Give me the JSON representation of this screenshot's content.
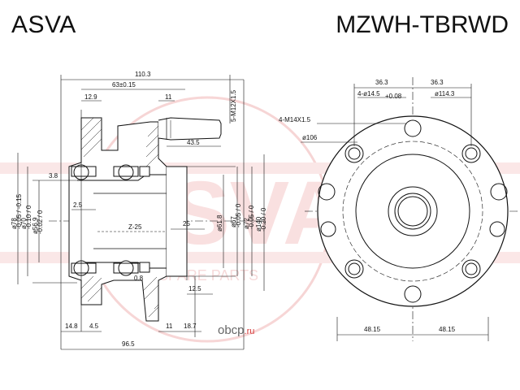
{
  "header": {
    "brand": "ASVA",
    "part_number": "MZWH-TBRWD"
  },
  "watermark": {
    "site_name": "obcp",
    "site_domain": ".ru",
    "logo_letters": "ASVA",
    "logo_sub": "ASIA SPARE PARTS",
    "accent_color": "#e8a0a0"
  },
  "side_view": {
    "dims": {
      "overall_top": "110.3",
      "center_offset": "63±0.15",
      "left_flange": "12.9",
      "bolt_head": "11",
      "stud_thread": "5-M12X1.5",
      "stud_length": "43.5",
      "lip": "3.8",
      "inner_step": "2.5",
      "inner_depth": "25",
      "small_gap": "0.8",
      "flange_offset": "12.5",
      "bottom_left": "14.8",
      "bottom_left2": "4.5",
      "bottom_mid": "11",
      "bottom_right": "18.7",
      "overall_bottom": "96.5",
      "spline": "Z-25",
      "d_bore": "ø61.8",
      "d1_main": "ø78",
      "d1_tol": "-0.05 / -0.15",
      "d2_main": "ø70",
      "d2_tol": "-0.10 / 0",
      "d3_main": "ø56.9",
      "d3_tol": "-0.02 / 0",
      "d4_main": "ø67",
      "d4_tol": "-0.05 / 0",
      "d5_main": "ø72",
      "d5_tol": "-0.05 / 0",
      "d6_main": "ø140",
      "d6_tol": "-0.20 / 0"
    }
  },
  "front_view": {
    "dims": {
      "half_left": "36.3",
      "half_right": "36.3",
      "holes": "4-ø14.5",
      "holes_tol": "+0.08",
      "pcd": "ø114.3",
      "thread": "4-M14X1.5",
      "pilot": "ø106",
      "bottom_left": "48.15",
      "bottom_right": "48.15"
    }
  }
}
